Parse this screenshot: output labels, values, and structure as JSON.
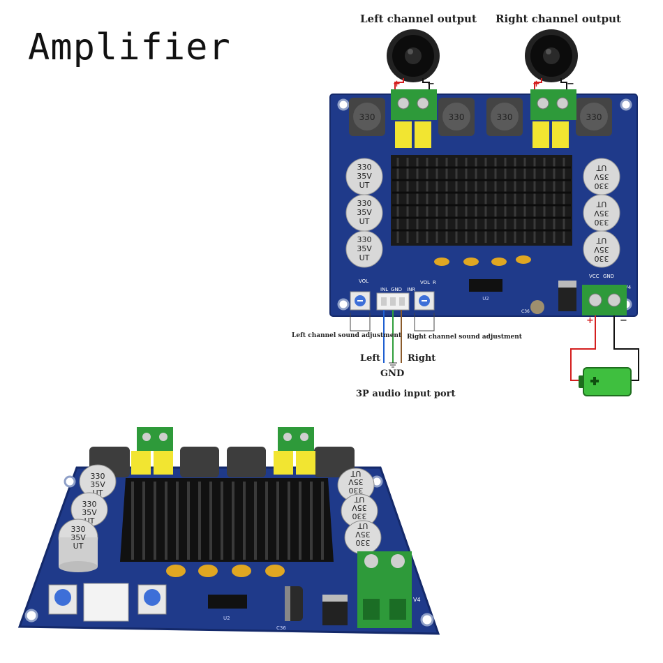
{
  "title": "Amplifier",
  "diagram": {
    "left_output_label": "Left channel output",
    "right_output_label": "Right channel output",
    "left_volume_label": "Left channel sound adjustment",
    "right_volume_label": "Right channel sound adjustment",
    "input_left_label": "Left",
    "input_gnd_label": "GND",
    "input_right_label": "Right",
    "input_port_label": "3P audio input port",
    "plus_sign": "+",
    "minus_sign": "−"
  },
  "board_silkscreen": {
    "capacitor_value": "330",
    "capacitor_voltage": "35V",
    "capacitor_series": "UT",
    "inductor_value": "330",
    "vol_label": "VOL",
    "vcc_label": "VCC",
    "gnd_label": "GND",
    "inl_label": "INL",
    "inr_label": "INR",
    "r_label": "R",
    "v4_label": "V4",
    "u2_label": "U2",
    "c36_label": "C36"
  },
  "colors": {
    "pcb": "#1f3a8a",
    "pcb_dark": "#14296a",
    "heatsink": "#1a1a1a",
    "terminal": "#2e9a3a",
    "film_cap": "#f2e531",
    "wire_red": "#d41e1e",
    "wire_black": "#111111",
    "wire_blue": "#1f5fd1",
    "wire_green": "#2f9e3a",
    "wire_brown": "#8a5a2b",
    "battery_green": "#3fbf3f"
  }
}
